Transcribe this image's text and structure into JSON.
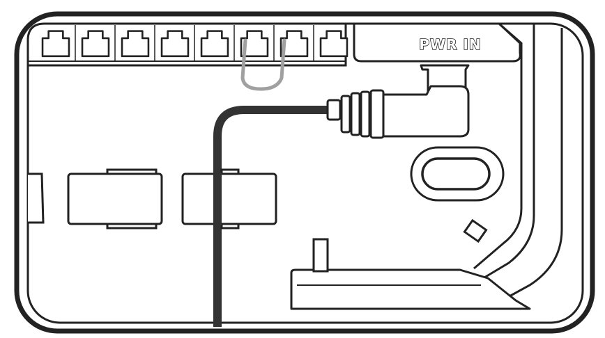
{
  "labels": {
    "power_input": "PWR IN"
  },
  "components": {
    "rj_ports": {
      "count": 8
    },
    "jumper_wire": {
      "color": "#a0a0a0",
      "bridged_ports": [
        6,
        7
      ]
    },
    "power_cable": {
      "color": "#333333"
    }
  },
  "colors": {
    "outline": "#222222",
    "fill": "#ffffff",
    "cable": "#333333",
    "jumper": "#a0a0a0"
  }
}
